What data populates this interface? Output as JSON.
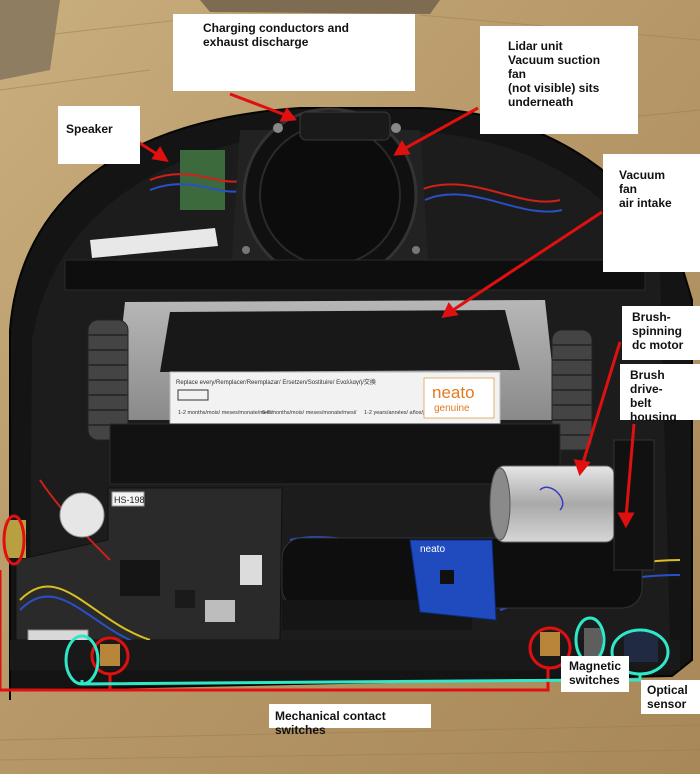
{
  "labels": {
    "charging": "Charging conductors and\nexhaust discharge",
    "lidar": "Lidar unit\nVacuum suction fan\n(not visible) sits\nunderneath",
    "speaker": "Speaker",
    "vacuum_intake": "Vacuum fan\nair intake",
    "brush_motor": "Brush-\nspinning\ndc motor",
    "belt_housing": "Brush\ndrive-\nbelt\nhousing",
    "mechanical_switches": "Mechanical contact switches",
    "magnetic_switches": "Magnetic\nswitches",
    "optical_sensor": "Optical\nsensor"
  },
  "product_label": {
    "brand": "neato",
    "brand_sub": "genuine",
    "replace_text": "Replace every/Remplacer/Reemplazar/ Ersetzen/Sostituire/ Εναλλαγή/交換",
    "col1": "1-2 months/mois/\nmeses/monate/mesi/",
    "col2": "6-8 months/mois/\nmeses/monate/mesi/",
    "col3": "1-2 years/années/\naños/jahre/anni/"
  },
  "board": {
    "pcb_brand": "neato",
    "sticker": "HS-198"
  },
  "colors": {
    "annotation_red": "#e01010",
    "annotation_cyan": "#2ee8c8",
    "housing_black": "#141414",
    "wood": "#b89a6a"
  }
}
